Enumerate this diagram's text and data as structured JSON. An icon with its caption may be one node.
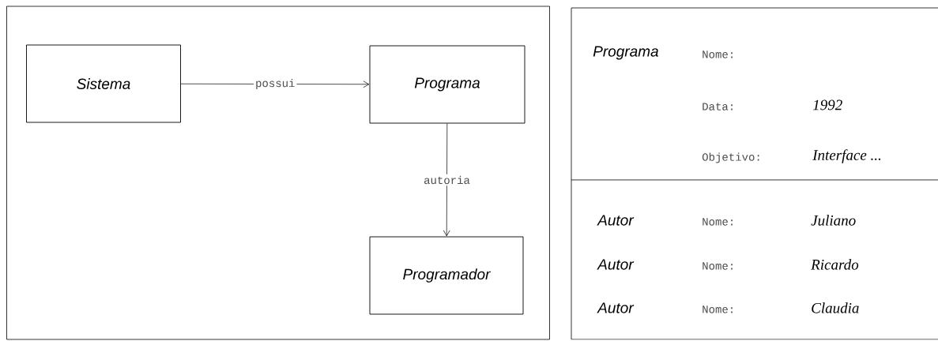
{
  "diagram": {
    "nodes": [
      {
        "text": [],
        "shape": "box"
      },
      {
        "text": [
          "Sistema"
        ],
        "in": 0
      },
      {
        "text": [
          "Programa"
        ],
        "in": 0
      },
      {
        "text": [
          "Programador"
        ],
        "in": 0
      }
    ],
    "edges": [
      {
        "from": 1,
        "to": 2,
        "arrow": "to",
        "label": "possui"
      },
      {
        "from": 2,
        "to": 3,
        "arrow": "to",
        "label": "autoria"
      }
    ],
    "labels": [
      "Programa",
      "Nome:",
      "Data:",
      "1992",
      "Objetivo:",
      "Interface ...",
      "Autor",
      "Nome:",
      "Juliano",
      "Autor",
      "Nome:",
      "Ricardo",
      "Autor",
      "Nome:",
      "Claudia"
    ]
  }
}
